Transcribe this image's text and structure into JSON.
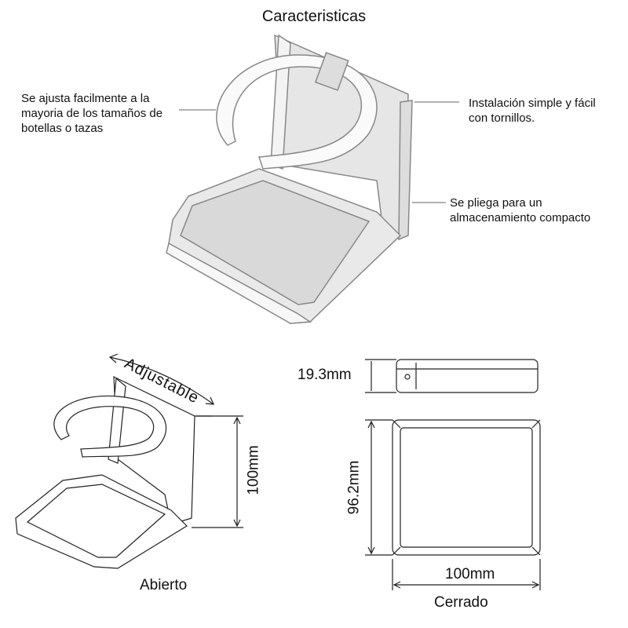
{
  "title": "Caracteristicas",
  "features": [
    {
      "line1": "Se ajusta facilmente a la",
      "line2": "mayoria de los tamaños de",
      "line3": "botellas o tazas"
    },
    {
      "line1": "Instalación simple y fácil",
      "line2": "con tornillos."
    },
    {
      "line1": "Se pliega para un",
      "line2": "almacenamiento compacto"
    }
  ],
  "open_view": {
    "adjust_label": "Adjustable",
    "height_label": "100mm",
    "caption": "Abierto"
  },
  "closed_view": {
    "thickness_label": "19.3mm",
    "depth_label": "96.2mm",
    "width_label": "100mm",
    "caption": "Cerrado"
  }
}
